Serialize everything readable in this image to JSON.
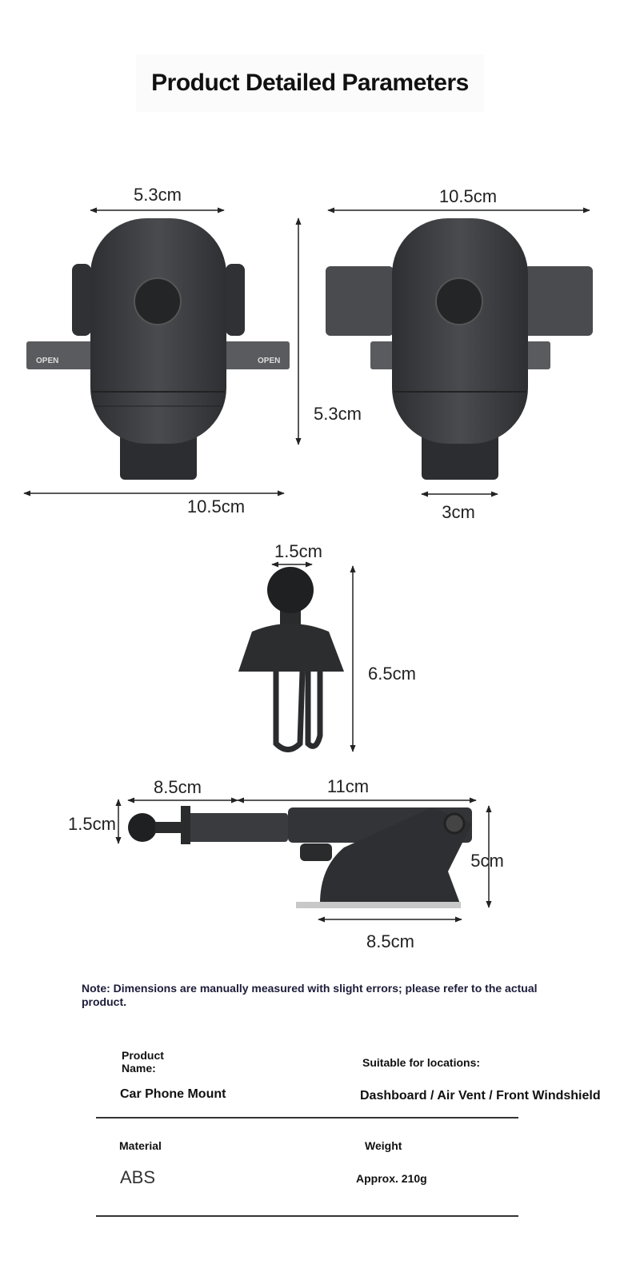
{
  "title": "Product Detailed Parameters",
  "dimensions": {
    "front_top_width": "5.3cm",
    "front_height": "5.3cm",
    "front_bottom_width": "10.5cm",
    "expanded_width": "10.5cm",
    "base_width": "3cm",
    "vent_ball": "1.5cm",
    "vent_height": "6.5cm",
    "arm_left": "8.5cm",
    "arm_right": "11cm",
    "arm_ball": "1.5cm",
    "suction_height": "5cm",
    "suction_width": "8.5cm"
  },
  "slider_text": "OPEN",
  "note": "Note: Dimensions are manually measured with slight errors; please refer to the actual product.",
  "specs": {
    "product_name_label": "Product Name:",
    "product_name_value": "Car Phone Mount",
    "locations_label": "Suitable for locations:",
    "locations_value": "Dashboard / Air Vent / Front Windshield",
    "material_label": "Material",
    "material_value": "ABS",
    "weight_label": "Weight",
    "weight_value": "Approx. 210g"
  },
  "colors": {
    "product": "#3c3d40",
    "product_dark": "#242527",
    "arrow": "#222222"
  }
}
